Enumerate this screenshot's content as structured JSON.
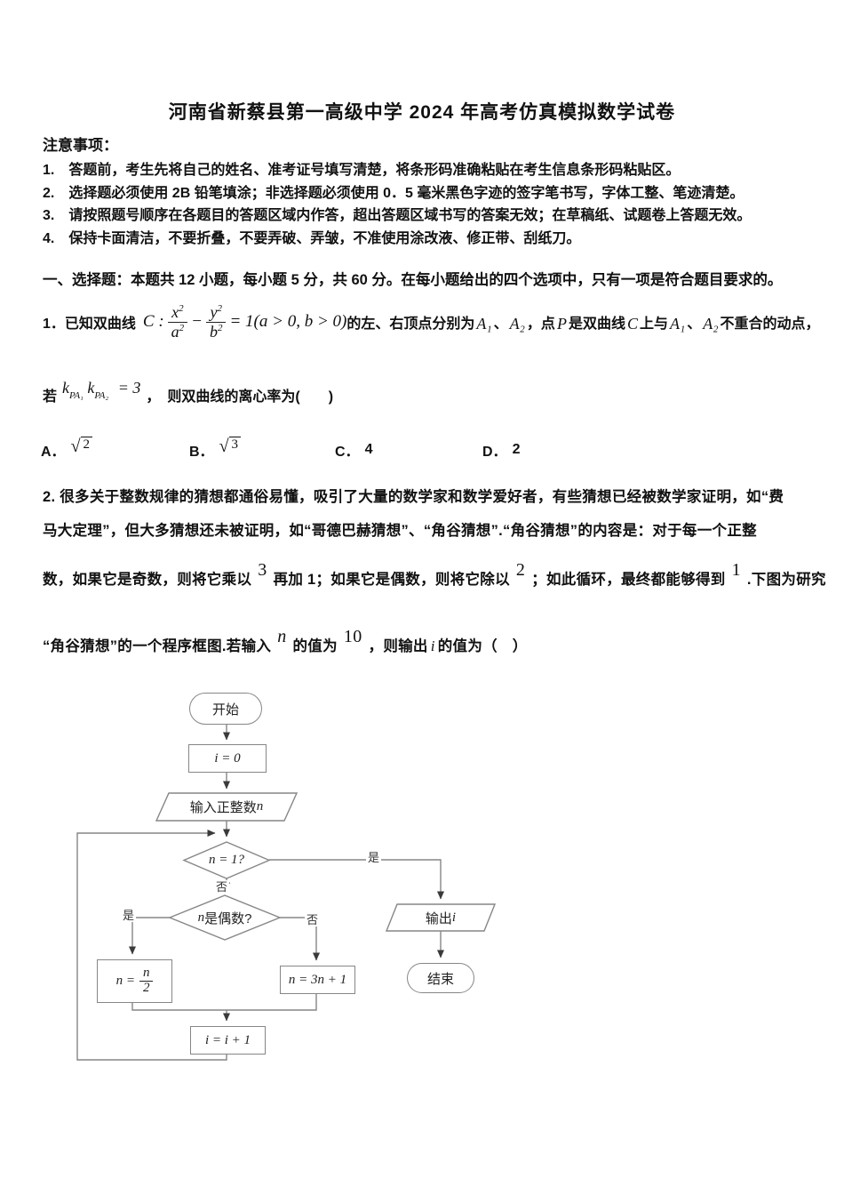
{
  "title": "河南省新蔡县第一高级中学 2024 年高考仿真模拟数学试卷",
  "notice": {
    "heading": "注意事项：",
    "items": [
      "1.　答题前，考生先将自己的姓名、准考证号填写清楚，将条形码准确粘贴在考生信息条形码粘贴区。",
      "2.　选择题必须使用 2B 铅笔填涂；非选择题必须使用 0．5 毫米黑色字迹的签字笔书写，字体工整、笔迹清楚。",
      "3.　请按照题号顺序在各题目的答题区域内作答，超出答题区域书写的答案无效；在草稿纸、试题卷上答题无效。",
      "4.　保持卡面清洁，不要折叠，不要弄破、弄皱，不准使用涂改液、修正带、刮纸刀。"
    ]
  },
  "section1": "一、选择题：本题共 12 小题，每小题 5 分，共 60 分。在每小题给出的四个选项中，只有一项是符合题目要求的。",
  "q1": {
    "prefix": "1．已知双曲线",
    "f": {
      "c": "C :",
      "f1": {
        "num": "x",
        "nexp": "2",
        "den": "a",
        "dexp": "2"
      },
      "minus": "−",
      "f2": {
        "num": "y",
        "nexp": "2",
        "den": "b",
        "dexp": "2"
      },
      "tail": "= 1(a > 0, b > 0)"
    },
    "t1": "的左、右顶点分别为",
    "v_a1": "A₁",
    "dun": "、",
    "v_a2": "A₂",
    "t2": "，点",
    "v_p": "P",
    "t3": "是双曲线",
    "v_c": "C",
    "t4": "上与",
    "t5": "不重合的动点，",
    "line2": {
      "ruo": "若",
      "k": "k",
      "sub1": "PA₁",
      "k2": "k",
      "sub2": "PA₂",
      "eq": "= 3",
      "rest": "，　则双曲线的离心率为(　　)"
    },
    "options": {
      "A": {
        "label": "A．",
        "sqrt_sign": "√",
        "radicand": "2"
      },
      "B": {
        "label": "B．",
        "sqrt_sign": "√",
        "radicand": "3"
      },
      "C": {
        "label": "C．",
        "value": "4"
      },
      "D": {
        "label": "D．",
        "value": "2"
      }
    }
  },
  "q2": {
    "l1": "2. 很多关于整数规律的猜想都通俗易懂，吸引了大量的数学家和数学爱好者，有些猜想已经被数学家证明，如“费",
    "l2": "马大定理”，但大多猜想还未被证明，如“哥德巴赫猜想”、“角谷猜想”.“角谷猜想”的内容是：对于每一个正整",
    "l3a": "数，如果它是奇数，则将它乘以",
    "sup3": "3",
    "l3b": "再加 1；如果它是偶数，则将它除以",
    "sup2": "2",
    "l3c": "；如此循环，最终都能够得到",
    "sup1": "1",
    "l3d": ".下图为研究",
    "l4a": "“角谷猜想”的一个程序框图.若输入",
    "sup_n": "n",
    "l4b": "的值为",
    "sup_10": "10",
    "l4c": "，则输出",
    "var_i": "i",
    "l4d": "的值为（　）"
  },
  "flowchart": {
    "start": "开始",
    "init": "i = 0",
    "input_text": "输入正整数",
    "input_var": "n",
    "d1": "n = 1?",
    "yes": "是",
    "no": "否",
    "d2_var": "n",
    "d2_rest": "是偶数?",
    "half_pre": "n =",
    "half_num": "n",
    "half_den": "2",
    "triple": "n = 3n + 1",
    "output_text": "输出",
    "output_var": "i",
    "end": "结束",
    "inc": "i = i + 1",
    "line_color": "#868686",
    "arrow_color": "#3a3a3a"
  }
}
